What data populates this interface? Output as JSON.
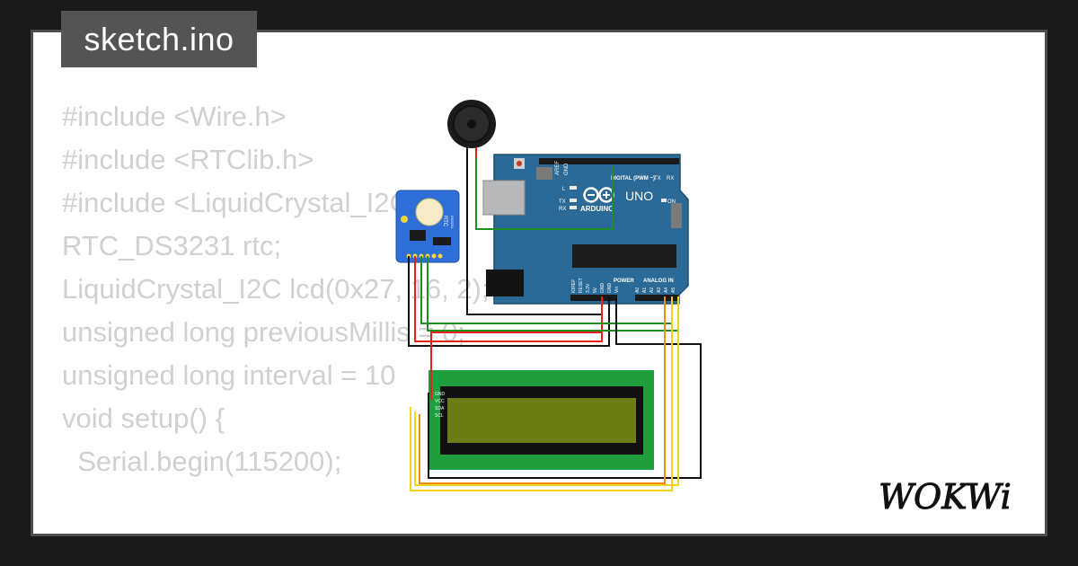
{
  "tab": {
    "filename": "sketch.ino"
  },
  "code_lines": [
    "#include <Wire.h>",
    "#include <RTClib.h>",
    "#include <LiquidCrystal_I2C.h>",
    "",
    "RTC_DS3231 rtc;",
    "LiquidCrystal_I2C lcd(0x27, 16, 2);",
    "unsigned long previousMillis = 0;",
    "unsigned long interval = 10",
    "",
    "void setup() {",
    "  Serial.begin(115200);"
  ],
  "arduino": {
    "brand": "ARDUINO",
    "model": "UNO",
    "digital_label": "DIGITAL (PWM ~)",
    "power_label": "POWER",
    "analog_label": "ANALOG IN",
    "on_label": "ON",
    "tx_label": "TX",
    "rx_label": "RX",
    "l_label": "L",
    "aref_label": "AREF",
    "gnd_label": "GND",
    "power_pins": [
      "IOREF",
      "RESET",
      "3.3V",
      "5V",
      "GND",
      "GND",
      "Vin"
    ],
    "analog_pins": [
      "A0",
      "A1",
      "A2",
      "A3",
      "A4",
      "A5"
    ]
  },
  "rtc_module": {
    "label": "RTC",
    "sublabel": "DS3231"
  },
  "lcd": {
    "pins": [
      "GND",
      "VCC",
      "SDA",
      "SCL"
    ]
  },
  "logo": {
    "text": "WOKWi"
  },
  "colors": {
    "wire_red": "#e2231a",
    "wire_green": "#1f8f1f",
    "wire_black": "#111111",
    "wire_yellow": "#f2d21b",
    "wire_orange": "#f08c16",
    "arduino_blue": "#2b6a96",
    "lcd_green": "#1f9e3e",
    "lcd_screen": "#6b7d14",
    "rtc_blue": "#2d6fd6"
  }
}
